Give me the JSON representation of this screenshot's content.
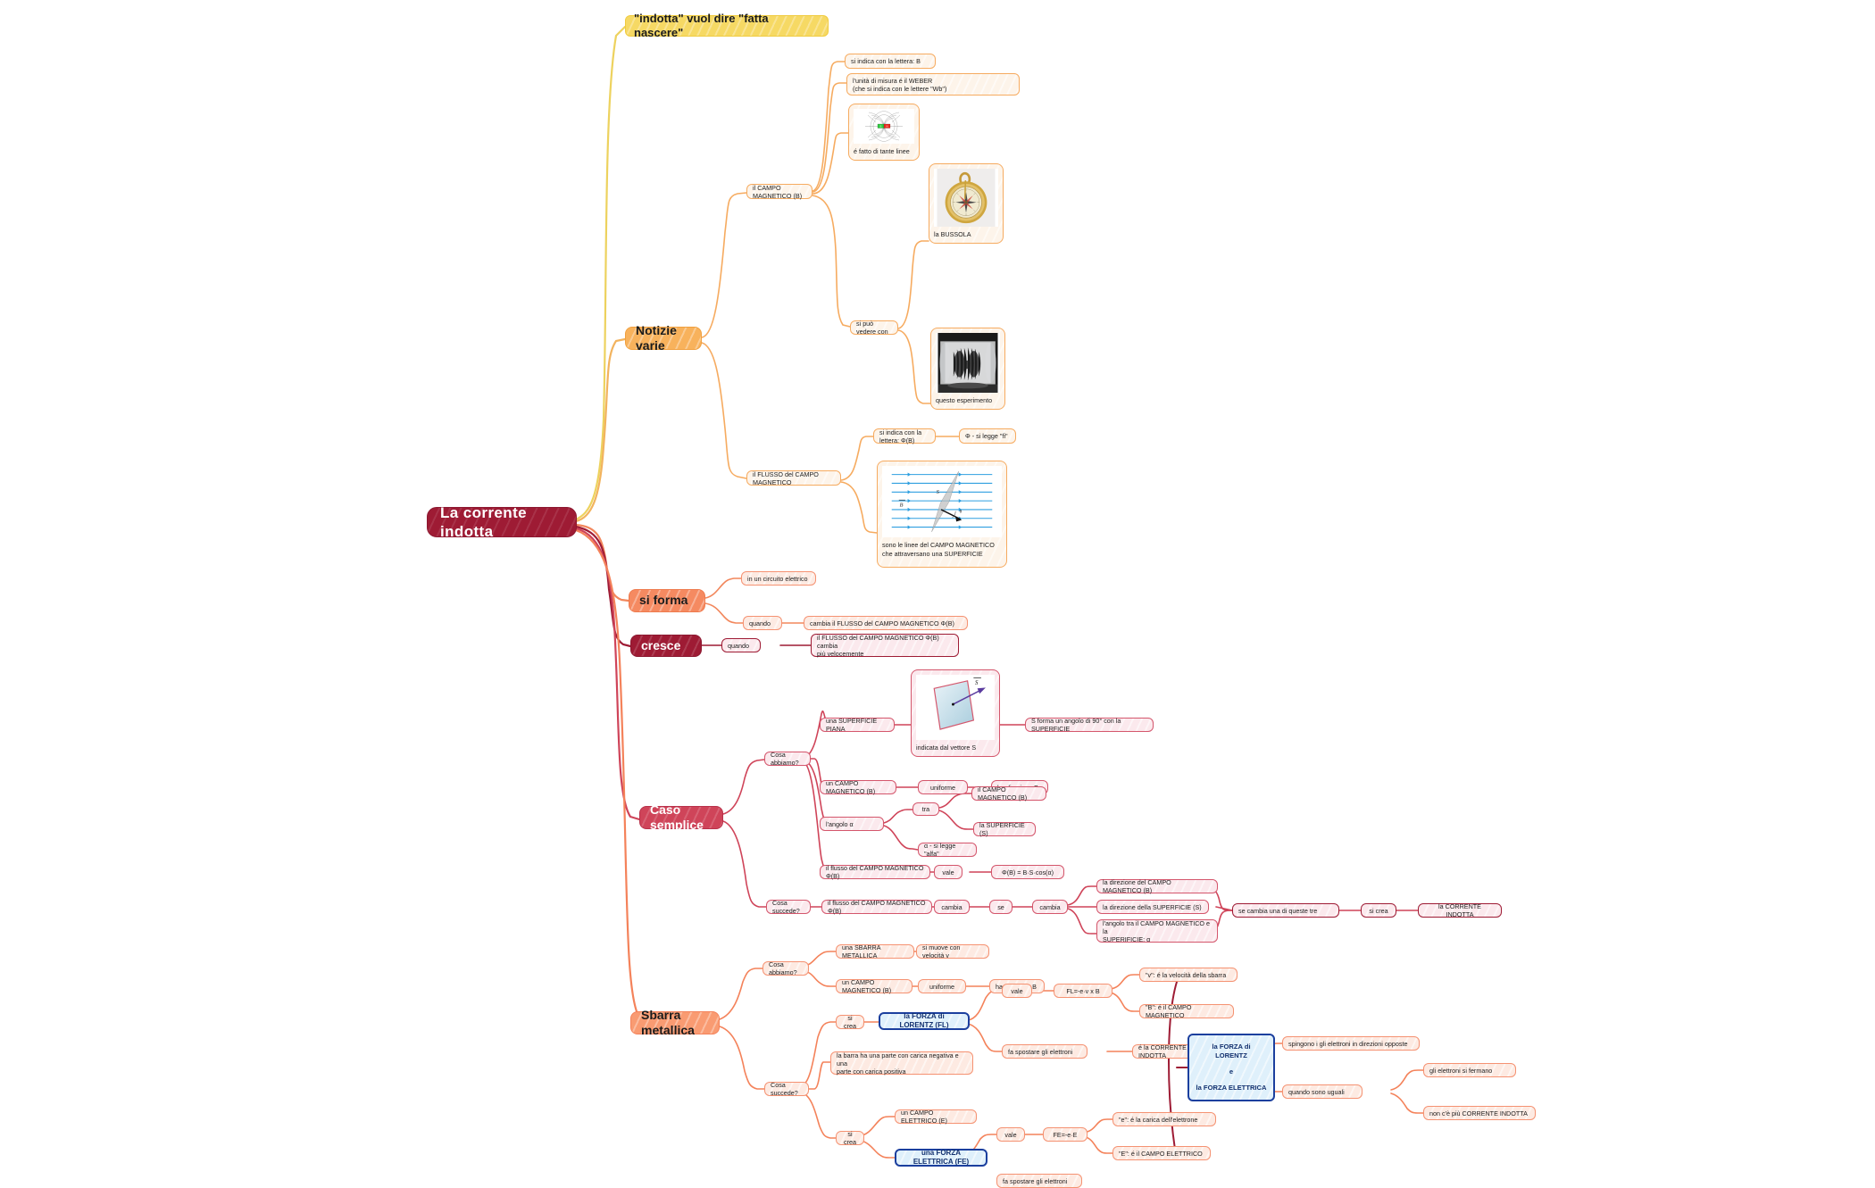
{
  "root": {
    "label": "La corrente indotta"
  },
  "branches": {
    "indotta_note": {
      "label": "\"indotta\" vuol dire \"fatta nascere\""
    },
    "notizie_varie": {
      "label": "Notizie varie"
    },
    "si_forma": {
      "label": "si forma"
    },
    "cresce": {
      "label": "cresce"
    },
    "caso_semplice": {
      "label": "Caso semplice"
    },
    "sbarra_metallica": {
      "label": "Sbarra metallica"
    }
  },
  "notizie_varie": {
    "campo_magnetico": {
      "label": "il CAMPO MAGNETICO (B)"
    },
    "si_indica_B": {
      "label": "si indica con la lettera: B"
    },
    "unita_misura": {
      "label": "l'unità di misura é il WEBER\n(che si indica con le lettere \"Wb\")"
    },
    "linee_card": {
      "caption": "é fatto di tante linee",
      "image": "magnet-field-lines-diagram"
    },
    "si_puo_vedere": {
      "label": "si può vedere con"
    },
    "bussola_card": {
      "caption": "la BUSSOLA",
      "image": "compass-photo"
    },
    "esperimento_card": {
      "caption": "questo esperimento",
      "image": "iron-filings-experiment-photo"
    },
    "flusso": {
      "label": "il FLUSSO del CAMPO MAGNETICO"
    },
    "si_indica_phi": {
      "label": "si indica con la lettera: Φ(B)"
    },
    "phi_si_legge": {
      "label": "Φ - si legge \"fi\""
    },
    "flusso_card": {
      "caption": "sono le linee del CAMPO MAGNETICO che attraversano una SUPERFICIE",
      "image": "flux-through-surface-diagram"
    }
  },
  "si_forma": {
    "in_circuito": {
      "label": "in un circuito elettrico"
    },
    "quando": {
      "label": "quando"
    },
    "cambia_flusso": {
      "label": "cambia il FLUSSO del CAMPO MAGNETICO Φ(B)"
    }
  },
  "cresce": {
    "quando": {
      "label": "quando"
    },
    "flusso_veloce": {
      "label": "il FLUSSO del CAMPO MAGNETICO Φ(B) cambia\npiù velocemente"
    }
  },
  "caso_semplice": {
    "cosa_abbiamo": {
      "label": "Cosa abbiamo?"
    },
    "superficie_piana": {
      "label": "una SUPERFICIE PIANA"
    },
    "superficie_card": {
      "caption": "indicata dal vettore S",
      "image": "tilted-plane-with-normal-vector-diagram"
    },
    "s_angolo_90": {
      "label": "S forma un angolo di 90° con la SUPERFICIE"
    },
    "campo_magnetico": {
      "label": "un CAMPO MAGNETICO (B)"
    },
    "uniforme": {
      "label": "uniforme"
    },
    "ha_direzione_b": {
      "label": "ha direzione B"
    },
    "angolo_alfa": {
      "label": "l'angolo α"
    },
    "tra": {
      "label": "tra"
    },
    "tra_campo": {
      "label": "il CAMPO MAGNETICO (B)"
    },
    "tra_superficie": {
      "label": "la SUPERFICIE (S)"
    },
    "alfa_si_legge": {
      "label": "α - si legge \"alfa\""
    },
    "flusso": {
      "label": "il flusso del CAMPO MAGNETICO Φ(B)"
    },
    "vale": {
      "label": "vale"
    },
    "formula": {
      "label": "Φ(B) = B·S·cos(α)"
    },
    "cosa_succede": {
      "label": "Cosa succede?"
    },
    "flusso2": {
      "label": "il flusso del CAMPO MAGNETICO Φ(B)"
    },
    "cambia1": {
      "label": "cambia"
    },
    "se": {
      "label": "se"
    },
    "cambia2": {
      "label": "cambia"
    },
    "dir_campo": {
      "label": "la direzione del CAMPO MAGNETICO (B)"
    },
    "dir_superficie": {
      "label": "la direzione della SUPERFICIE (S)"
    },
    "angolo_tra": {
      "label": "l'angolo tra il CAMPO MAGNETICO e la\nSUPERIFICIE: α"
    },
    "se_cambia_una": {
      "label": "se cambia una di queste tre"
    },
    "si_crea": {
      "label": "si crea"
    },
    "corrente_indotta": {
      "label": "la CORRENTE INDOTTA"
    }
  },
  "sbarra_metallica": {
    "cosa_abbiamo": {
      "label": "Cosa abbiamo?"
    },
    "sbarra": {
      "label": "una SBARRA METALLICA"
    },
    "velocita": {
      "label": "si muove con velocità v"
    },
    "campo_magnetico": {
      "label": "un CAMPO MAGNETICO (B)"
    },
    "uniforme": {
      "label": "uniforme"
    },
    "ha_direzione_b": {
      "label": "ha direzione B"
    },
    "cosa_succede": {
      "label": "Cosa succede?"
    },
    "si_crea_1": {
      "label": "si crea"
    },
    "forza_lorentz": {
      "label": "la FORZA di LORENTZ (FL)"
    },
    "vale_1": {
      "label": "vale"
    },
    "formula_fl": {
      "label": "FL=-e·v x B"
    },
    "v_def": {
      "label": "\"v\": é la velocità della sbarra"
    },
    "b_def": {
      "label": "\"B\": é il CAMPO MAGNETICO"
    },
    "fa_spostare_1": {
      "label": "fa spostare gli elettroni"
    },
    "e_corrente": {
      "label": "é la CORRENTE INDOTTA"
    },
    "barra_cariche": {
      "label": "la barra ha una parte con carica negativa e una\nparte con carica positiva"
    },
    "si_crea_2": {
      "label": "si crea"
    },
    "campo_elettrico": {
      "label": "un CAMPO ELETTRICO (E)"
    },
    "forza_elettrica": {
      "label": "una FORZA ELETTRICA (FE)"
    },
    "vale_2": {
      "label": "vale"
    },
    "formula_fe": {
      "label": "FE=-e·E"
    },
    "e_carica": {
      "label": "\"e\": é la carica dell'elettrone"
    },
    "e_campo": {
      "label": "\"E\": é il CAMPO ELETTRICO"
    },
    "fa_spostare_2": {
      "label": "fa spostare gli elettroni"
    },
    "combo": {
      "line1": "la FORZA di LORENTZ",
      "line2": "e",
      "line3": "la FORZA ELETTRICA"
    },
    "spingono": {
      "label": "spingono i gli elettroni in direzioni opposte"
    },
    "quando_uguali": {
      "label": "quando sono uguali"
    },
    "si_fermano": {
      "label": "gli elettroni si fermano"
    },
    "non_ce_piu": {
      "label": "non c'è più CORRENTE INDOTTA"
    }
  },
  "colors": {
    "root": "#9e1b34",
    "yellow": "#f6d964",
    "orange": "#f8b25c",
    "salmon": "#f58a61",
    "crimson": "#9e1b34",
    "red": "#cf4459",
    "peach": "#f99b72",
    "blue": "#1b3f9e"
  }
}
